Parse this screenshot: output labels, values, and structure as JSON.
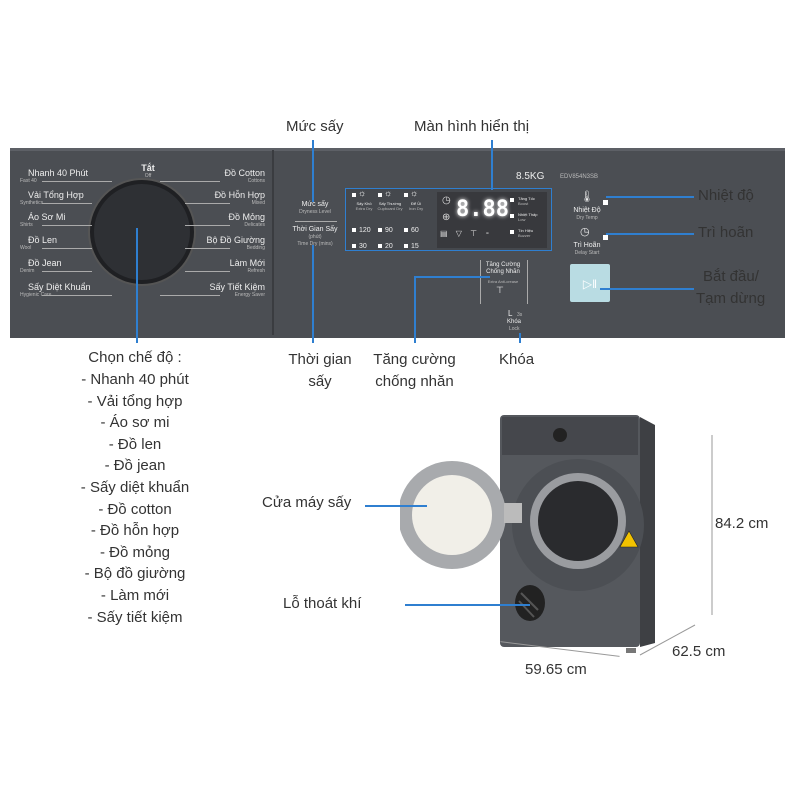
{
  "panel": {
    "off_label": "Tắt",
    "off_sub": "Off",
    "left_programs": [
      {
        "label": "Nhanh 40 Phút",
        "sub": "Fast 40"
      },
      {
        "label": "Vải Tổng Hợp",
        "sub": "Synthetics"
      },
      {
        "label": "Áo Sơ Mi",
        "sub": "Shirts"
      },
      {
        "label": "Đồ Len",
        "sub": "Wool"
      },
      {
        "label": "Đồ Jean",
        "sub": "Denim"
      },
      {
        "label": "Sấy Diệt Khuẩn",
        "sub": "Hygienic Care"
      }
    ],
    "right_programs": [
      {
        "label": "Đồ Cotton",
        "sub": "Cottons"
      },
      {
        "label": "Đồ Hỗn Hợp",
        "sub": "Mixed"
      },
      {
        "label": "Đồ Mỏng",
        "sub": "Delicates"
      },
      {
        "label": "Bộ Đồ Giường",
        "sub": "Bedding"
      },
      {
        "label": "Làm Mới",
        "sub": "Refresh"
      },
      {
        "label": "Sấy Tiết Kiệm",
        "sub": "Energy Saver"
      }
    ],
    "capacity": "8.5KG",
    "model": "EDV854N3SB",
    "dryness_label": "Mức sấy",
    "dryness_sub": "Dryness Level",
    "time_label": "Thời Gian Sấy",
    "time_unit": "(phút)",
    "time_sub": "Time Dry (mins)",
    "dryness_options": [
      {
        "label": "Sấy Khô",
        "sub": "Extra Dry"
      },
      {
        "label": "Sấy Thường",
        "sub": "Cupboard Dry"
      },
      {
        "label": "Để Ủi",
        "sub": "Iron Dry"
      }
    ],
    "time_options": [
      "120",
      "90",
      "60",
      "30",
      "20",
      "15"
    ],
    "display_digits": "8.88",
    "side_options": [
      {
        "label": "Tăng Tốc",
        "sub": "Boost"
      },
      {
        "label": "Nhiệt Thấp",
        "sub": "Low"
      },
      {
        "label": "Tín Hiệu",
        "sub": "Buzzer"
      }
    ],
    "temp_label": "Nhiệt Độ",
    "temp_sub": "Dry Temp",
    "delay_label": "Trì Hoãn",
    "delay_sub": "Delay Start",
    "anticrease_label": "Tăng Cường Chống Nhăn",
    "anticrease_sub": "Extra Anti-crease",
    "lock_hold": "3s",
    "lock_label": "Khóa",
    "lock_sub": "Lock"
  },
  "callouts": {
    "dryness": "Mức sấy",
    "display": "Màn hình hiển thị",
    "temp": "Nhiệt độ",
    "delay": "Trì hoãn",
    "start_line1": "Bắt đầu/",
    "start_line2": "Tạm dừng",
    "time_line1": "Thời gian",
    "time_line2": "sấy",
    "anticrease_line1": "Tăng cường",
    "anticrease_line2": "chống nhăn",
    "lock": "Khóa",
    "door": "Cửa máy sấy",
    "vent": "Lỗ thoát khí"
  },
  "modes": {
    "title": "Chọn chế độ :",
    "items": [
      "- Nhanh 40 phút",
      "- Vải tổng hợp",
      "- Áo sơ mi",
      "- Đồ len",
      "- Đồ jean",
      "- Sấy diệt khuẩn",
      "- Đồ cotton",
      "- Đồ hỗn hợp",
      "- Đồ mỏng",
      "- Bộ đồ giường",
      "- Làm mới",
      "- Sấy tiết kiệm"
    ]
  },
  "dimensions": {
    "height": "84.2 cm",
    "depth": "62.5 cm",
    "width": "59.65 cm"
  },
  "colors": {
    "panel": "#4b4e53",
    "callout_line": "#2f7fd0",
    "body": "#55585d",
    "start_button": "#b9dce3"
  }
}
